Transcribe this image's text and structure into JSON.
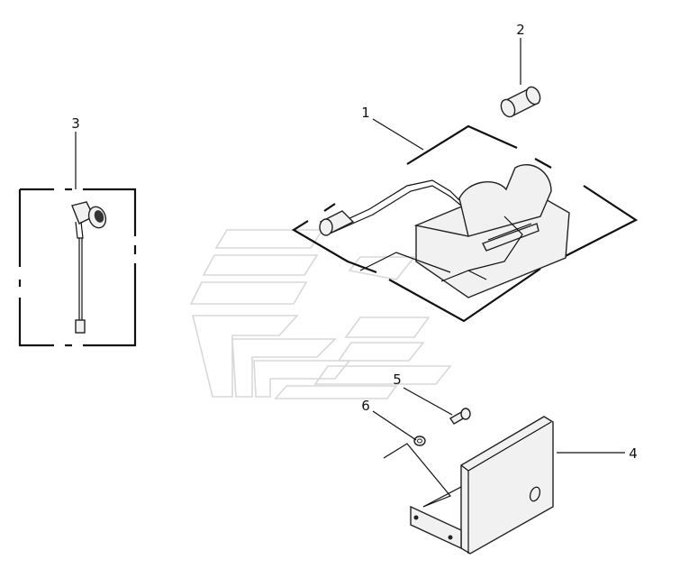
{
  "callouts": {
    "part_1": "1",
    "part_2": "2",
    "part_3": "3",
    "part_4": "4",
    "part_5": "5",
    "part_6": "6"
  }
}
